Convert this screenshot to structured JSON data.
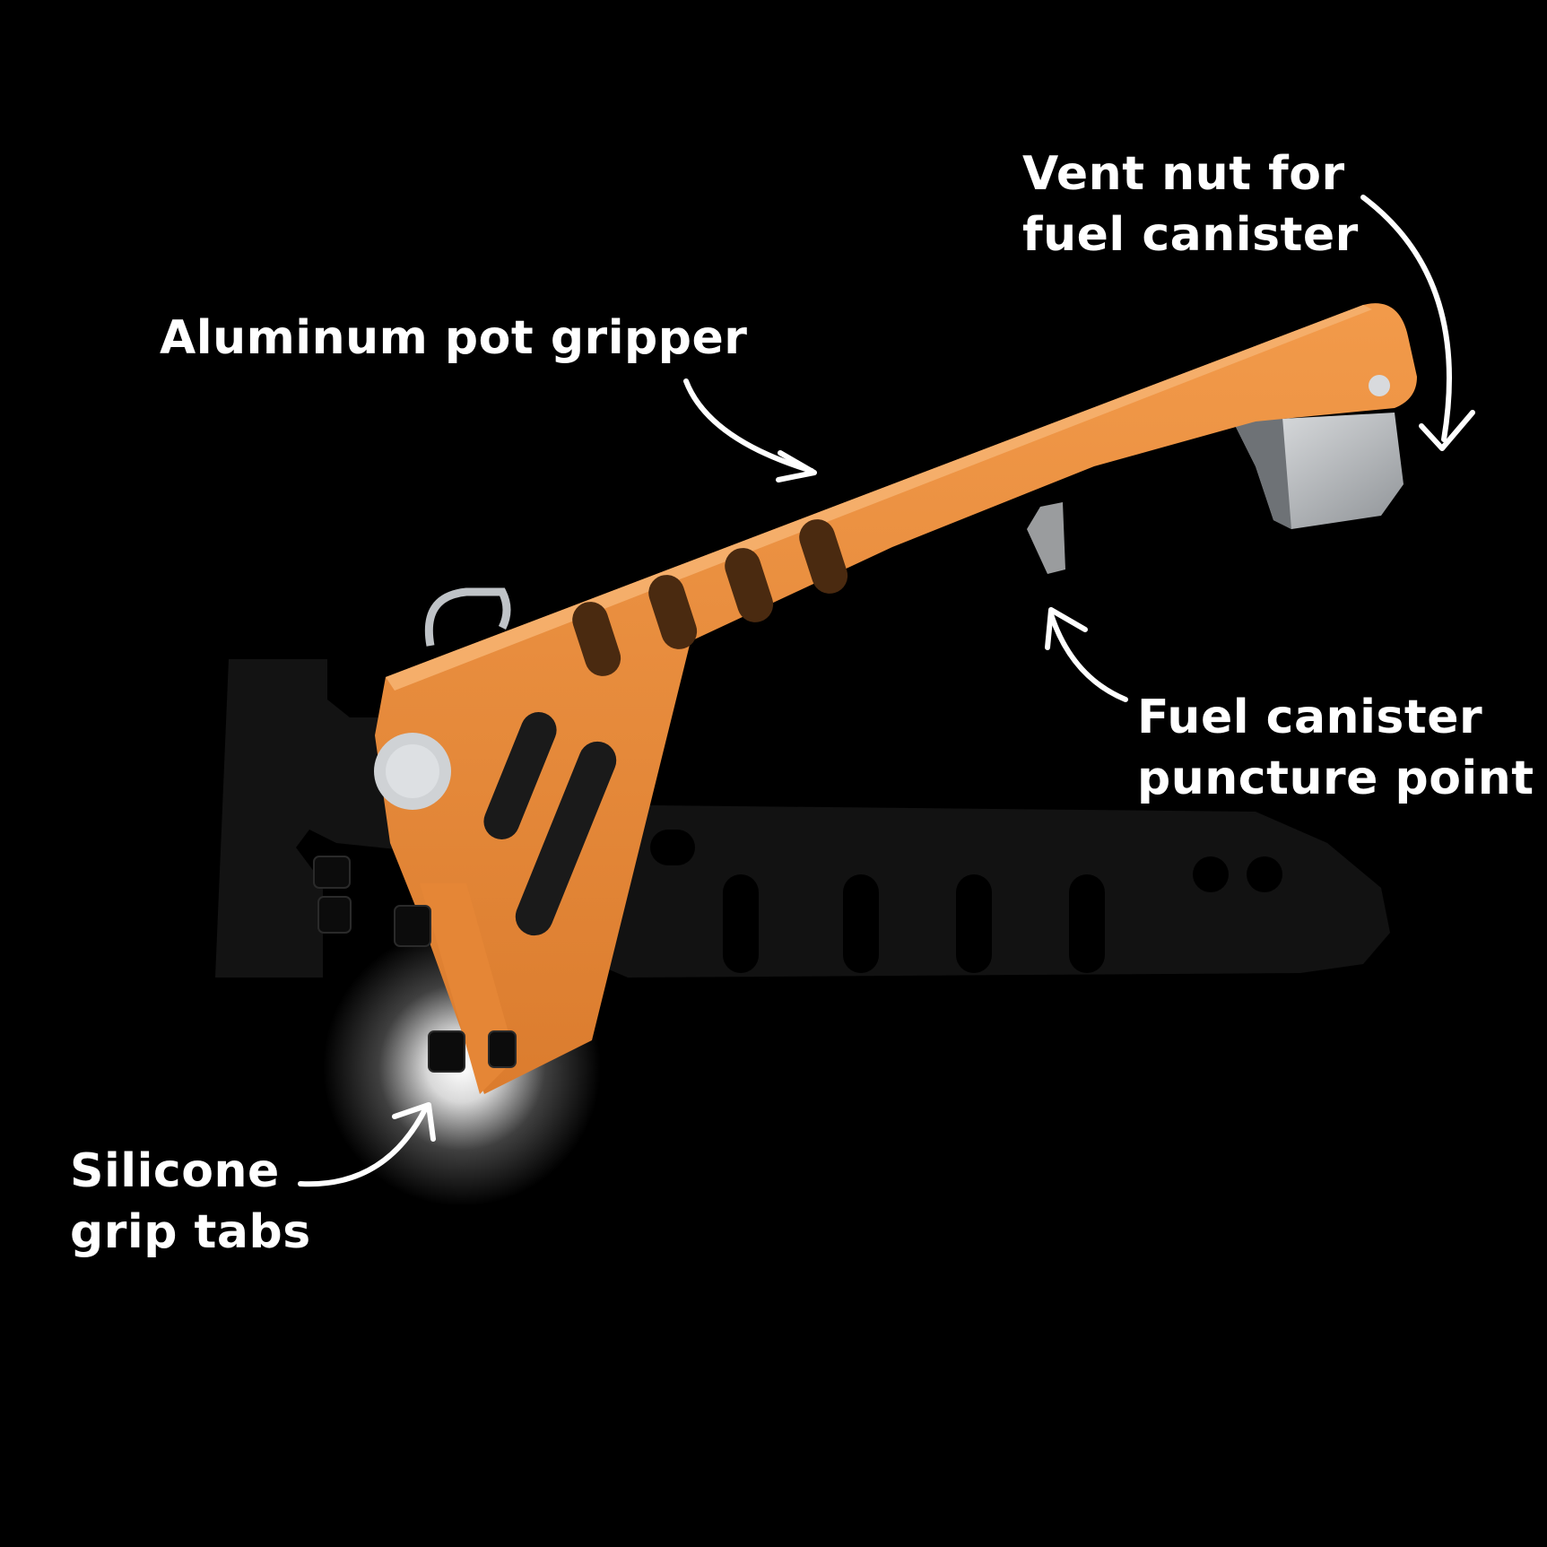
{
  "image": {
    "background": "#000000",
    "colors": {
      "orange_handle": "#E8893A",
      "orange_shadow": "#B8601C",
      "black_handle": "#121212",
      "aluminum": "#C9CCCF",
      "text": "#FFFFFF"
    }
  },
  "callouts": {
    "vent_nut": {
      "line1": "Vent nut for",
      "line2": "fuel canister"
    },
    "pot_gripper": {
      "line1": "Aluminum pot gripper"
    },
    "puncture_point": {
      "line1": "Fuel canister",
      "line2": "puncture point"
    },
    "silicone_tabs": {
      "line1": "Silicone",
      "line2": "grip tabs"
    }
  }
}
